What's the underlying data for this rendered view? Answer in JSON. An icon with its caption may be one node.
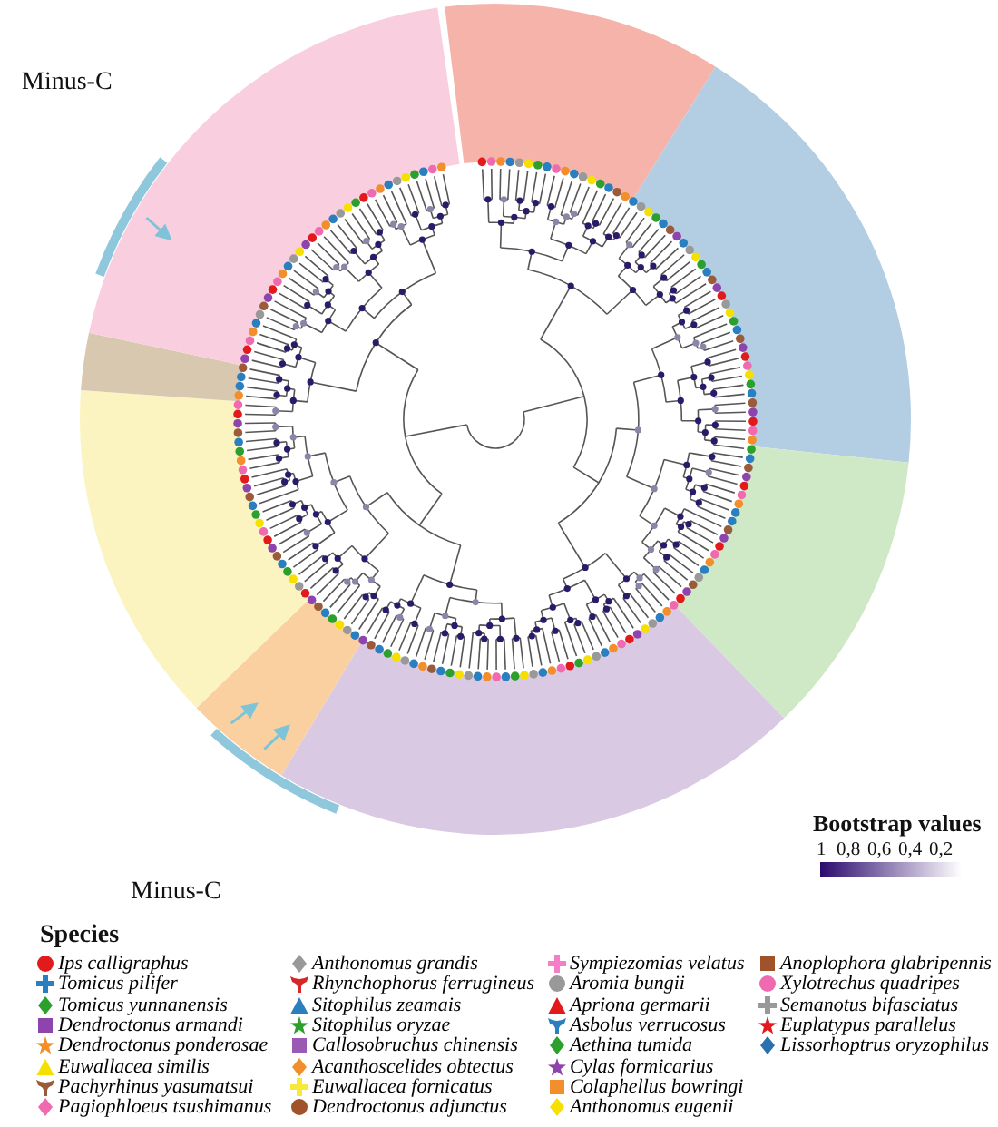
{
  "diagram": {
    "labels": [
      "Minus-C",
      "Bootstrap values",
      "1",
      "0,8",
      "0,6",
      "0,4",
      "0,2",
      "Minus-C",
      "Species"
    ],
    "legend": [
      {
        "text": "Ips calligraphus"
      },
      {
        "text": "Tomicus pilifer"
      },
      {
        "text": "Tomicus yunnanensis"
      },
      {
        "text": "Dendroctonus armandi"
      },
      {
        "text": "Dendroctonus ponderosae"
      },
      {
        "text": "Euwallacea similis"
      },
      {
        "text": "Pachyrhinus yasumatsui"
      },
      {
        "text": "Pagiophloeus tsushimanus"
      },
      {
        "text": "Anthonomus grandis"
      },
      {
        "text": "Rhynchophorus ferrugineus"
      },
      {
        "text": "Sitophilus zeamais"
      },
      {
        "text": "Sitophilus oryzae"
      },
      {
        "text": "Callosobruchus chinensis"
      },
      {
        "text": "Acanthoscelides obtectus"
      },
      {
        "text": "Euwallacea fornicatus"
      },
      {
        "text": "Dendroctonus adjunctus"
      },
      {
        "text": "Sympiezomias velatus"
      },
      {
        "text": "Aromia bungii"
      },
      {
        "text": "Apriona germarii"
      },
      {
        "text": "Asbolus verrucosus"
      },
      {
        "text": "Aethina tumida"
      },
      {
        "text": "Cylas formicarius"
      },
      {
        "text": "Colaphellus bowringi"
      },
      {
        "text": "Anthonomus eugenii"
      },
      {
        "text": "Anoplophora glabripennis"
      },
      {
        "text": "Xylotrechus quadripes"
      },
      {
        "text": "Semanotus bifasciatus"
      },
      {
        "text": "Euplatypus parallelus"
      },
      {
        "text": "Lissorhoptrus oryzophilus"
      }
    ]
  }
}
